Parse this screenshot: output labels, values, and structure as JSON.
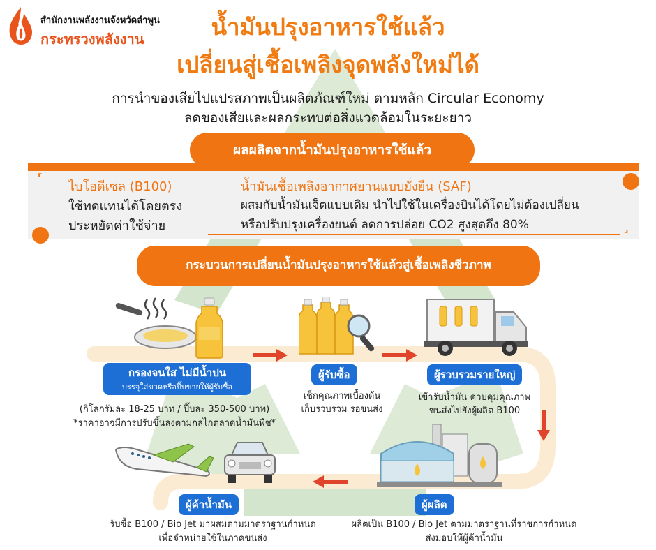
{
  "header": {
    "org_line1": "สำนักงานพลังงานจังหวัดลำพูน",
    "org_line2": "กระทรวงพลังงาน",
    "title_line1": "น้ำมันปรุงอาหารใช้แล้ว",
    "title_line2": "เปลี่ยนสู่เชื้อเพลิงจุดพลังใหม่ได้",
    "subtitle_line1": "การนำของเสียไปแปรสภาพเป็นผลิตภัณฑ์ใหม่ ตามหลัก Circular Economy",
    "subtitle_line2": "ลดของเสียและผลกระทบต่อสิ่งแวดล้อมในระยะยาว"
  },
  "products": {
    "heading": "ผลผลิตจากน้ำมันปรุงอาหารใช้แล้ว",
    "biodiesel": {
      "title": "ไบโอดีเซล (B100)",
      "line1": "ใช้ทดแทนได้โดยตรง",
      "line2": "ประหยัดค่าใช้จ่าย"
    },
    "saf": {
      "title": "น้ำมันเชื้อเพลิงอากาศยานแบบยั่งยืน (SAF)",
      "line1": "ผสมกับน้ำมันเจ็ตแบบเดิม นำไปใช้ในเครื่องบินได้โดยไม่ต้องเปลี่ยน",
      "line2": "หรือปรับปรุงเครื่องยนต์ ลดการปล่อย CO2 สูงสุดถึง 80%"
    }
  },
  "process": {
    "heading": "กระบวนการเปลี่ยนน้ำมันปรุงอาหารใช้แล้วสู่เชื้อเพลิงชีวภาพ",
    "step1": {
      "badge_line1": "กรองจนใส ไม่มีน้ำปน",
      "badge_line2": "บรรจุใส่ขวดหรือปี๊บขายให้ผู้รับซื้อ",
      "note1": "(กิโลกรัมละ 18-25 บาท / ปี๊บละ 350-500 บาท)",
      "note2": "*ราคาอาจมีการปรับขึ้นลงตามกลไกตลาดน้ำมันพืช*"
    },
    "step2": {
      "badge": "ผู้รับซื้อ",
      "line1": "เช็กคุณภาพเบื้องต้น",
      "line2": "เก็บรวบรวม รอขนส่ง"
    },
    "step3": {
      "badge": "ผู้รวบรวมรายใหญ่",
      "line1": "เข้ารับน้ำมัน ควบคุมคุณภาพ",
      "line2": "ขนส่งไปยังผู้ผลิต B100"
    },
    "step4": {
      "badge": "ผู้ผลิต",
      "line1": "ผลิตเป็น B100 / Bio Jet ตามมาตราฐานที่ราชการกำหนด",
      "line2": "ส่งมอบให้ผู้ค้าน้ำมัน"
    },
    "step5": {
      "badge": "ผู้ค้าน้ำมัน",
      "line1": "รับซื้อ B100 / Bio Jet มาผสมตามมาตราฐานกำหนด",
      "line2": "เพื่อจำหน่ายใช้ในภาคขนส่ง"
    }
  },
  "colors": {
    "accent_orange": "#f07412",
    "badge_blue": "#1d6fd6",
    "path_beige": "#fbebd3",
    "recycle_green": "#cfe2c8",
    "arrow_red": "#e0442a"
  }
}
